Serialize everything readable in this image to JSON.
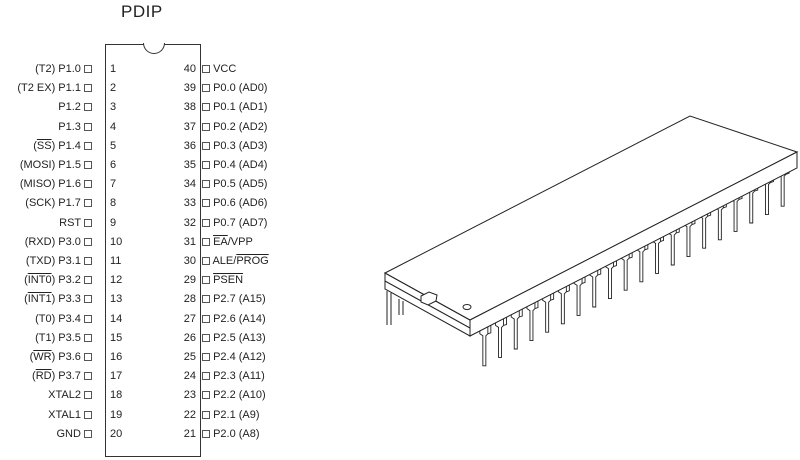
{
  "title": "PDIP",
  "left_pins": [
    {
      "num": "1",
      "label": [
        [
          "(T2) P1.0",
          0
        ]
      ]
    },
    {
      "num": "2",
      "label": [
        [
          "(T2 EX) P1.1",
          0
        ]
      ]
    },
    {
      "num": "3",
      "label": [
        [
          "P1.2",
          0
        ]
      ]
    },
    {
      "num": "4",
      "label": [
        [
          "P1.3",
          0
        ]
      ]
    },
    {
      "num": "5",
      "label": [
        [
          "(",
          0
        ],
        [
          "SS",
          1
        ],
        [
          ") P1.4",
          0
        ]
      ]
    },
    {
      "num": "6",
      "label": [
        [
          "(MOSI) P1.5",
          0
        ]
      ]
    },
    {
      "num": "7",
      "label": [
        [
          "(MISO) P1.6",
          0
        ]
      ]
    },
    {
      "num": "8",
      "label": [
        [
          "(SCK) P1.7",
          0
        ]
      ]
    },
    {
      "num": "9",
      "label": [
        [
          "RST",
          0
        ]
      ]
    },
    {
      "num": "10",
      "label": [
        [
          "(RXD) P3.0",
          0
        ]
      ]
    },
    {
      "num": "11",
      "label": [
        [
          "(TXD) P3.1",
          0
        ]
      ]
    },
    {
      "num": "12",
      "label": [
        [
          "(",
          0
        ],
        [
          "INT0",
          1
        ],
        [
          ") P3.2",
          0
        ]
      ]
    },
    {
      "num": "13",
      "label": [
        [
          "(",
          0
        ],
        [
          "INT1",
          1
        ],
        [
          ") P3.3",
          0
        ]
      ]
    },
    {
      "num": "14",
      "label": [
        [
          "(T0) P3.4",
          0
        ]
      ]
    },
    {
      "num": "15",
      "label": [
        [
          "(T1) P3.5",
          0
        ]
      ]
    },
    {
      "num": "16",
      "label": [
        [
          "(",
          0
        ],
        [
          "WR",
          1
        ],
        [
          ") P3.6",
          0
        ]
      ]
    },
    {
      "num": "17",
      "label": [
        [
          "(",
          0
        ],
        [
          "RD",
          1
        ],
        [
          ") P3.7",
          0
        ]
      ]
    },
    {
      "num": "18",
      "label": [
        [
          "XTAL2",
          0
        ]
      ]
    },
    {
      "num": "19",
      "label": [
        [
          "XTAL1",
          0
        ]
      ]
    },
    {
      "num": "20",
      "label": [
        [
          "GND",
          0
        ]
      ]
    }
  ],
  "right_pins": [
    {
      "num": "40",
      "label": [
        [
          "VCC",
          0
        ]
      ]
    },
    {
      "num": "39",
      "label": [
        [
          "P0.0 (AD0)",
          0
        ]
      ]
    },
    {
      "num": "38",
      "label": [
        [
          "P0.1 (AD1)",
          0
        ]
      ]
    },
    {
      "num": "37",
      "label": [
        [
          "P0.2 (AD2)",
          0
        ]
      ]
    },
    {
      "num": "36",
      "label": [
        [
          "P0.3 (AD3)",
          0
        ]
      ]
    },
    {
      "num": "35",
      "label": [
        [
          "P0.4 (AD4)",
          0
        ]
      ]
    },
    {
      "num": "34",
      "label": [
        [
          "P0.5 (AD5)",
          0
        ]
      ]
    },
    {
      "num": "33",
      "label": [
        [
          "P0.6 (AD6)",
          0
        ]
      ]
    },
    {
      "num": "32",
      "label": [
        [
          "P0.7 (AD7)",
          0
        ]
      ]
    },
    {
      "num": "31",
      "label": [
        [
          "EA",
          1
        ],
        [
          "/VPP",
          0
        ]
      ]
    },
    {
      "num": "30",
      "label": [
        [
          "ALE/",
          0
        ],
        [
          "PROG",
          1
        ]
      ]
    },
    {
      "num": "29",
      "label": [
        [
          "PSEN",
          1
        ]
      ]
    },
    {
      "num": "28",
      "label": [
        [
          "P2.7 (A15)",
          0
        ]
      ]
    },
    {
      "num": "27",
      "label": [
        [
          "P2.6 (A14)",
          0
        ]
      ]
    },
    {
      "num": "26",
      "label": [
        [
          "P2.5 (A13)",
          0
        ]
      ]
    },
    {
      "num": "25",
      "label": [
        [
          "P2.4 (A12)",
          0
        ]
      ]
    },
    {
      "num": "24",
      "label": [
        [
          "P2.3 (A11)",
          0
        ]
      ]
    },
    {
      "num": "23",
      "label": [
        [
          "P2.2 (A10)",
          0
        ]
      ]
    },
    {
      "num": "22",
      "label": [
        [
          "P2.1 (A9)",
          0
        ]
      ]
    },
    {
      "num": "21",
      "label": [
        [
          "P2.0 (A8)",
          0
        ]
      ]
    }
  ],
  "package_pin_count": 40
}
